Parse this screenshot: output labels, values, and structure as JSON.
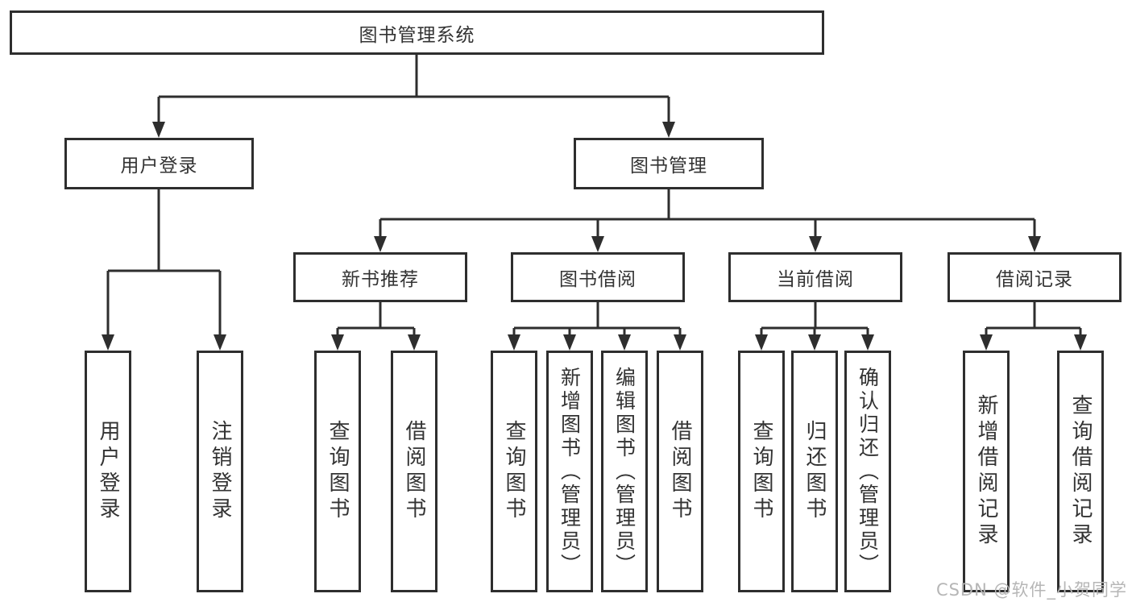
{
  "colors": {
    "line": "#2e2e2e",
    "text": "#333333",
    "background": "#ffffff",
    "watermark": "#b6b6b6"
  },
  "root": {
    "label": "图书管理系统"
  },
  "branches": {
    "user_login": {
      "label": "用户登录",
      "children": [
        "用户登录",
        "注销登录"
      ]
    },
    "book_management": {
      "label": "图书管理"
    }
  },
  "modules": [
    {
      "label": "新书推荐",
      "children": [
        "查询图书",
        "借阅图书"
      ]
    },
    {
      "label": "图书借阅",
      "children": [
        "查询图书",
        "新增图书（管理员）",
        "编辑图书（管理员）",
        "借阅图书"
      ]
    },
    {
      "label": "当前借阅",
      "children": [
        "查询图书",
        "归还图书",
        "确认归还（管理员）"
      ]
    },
    {
      "label": "借阅记录",
      "children": [
        "新增借阅记录",
        "查询借阅记录"
      ]
    }
  ],
  "watermark": "CSDN @软件_小贺同学"
}
